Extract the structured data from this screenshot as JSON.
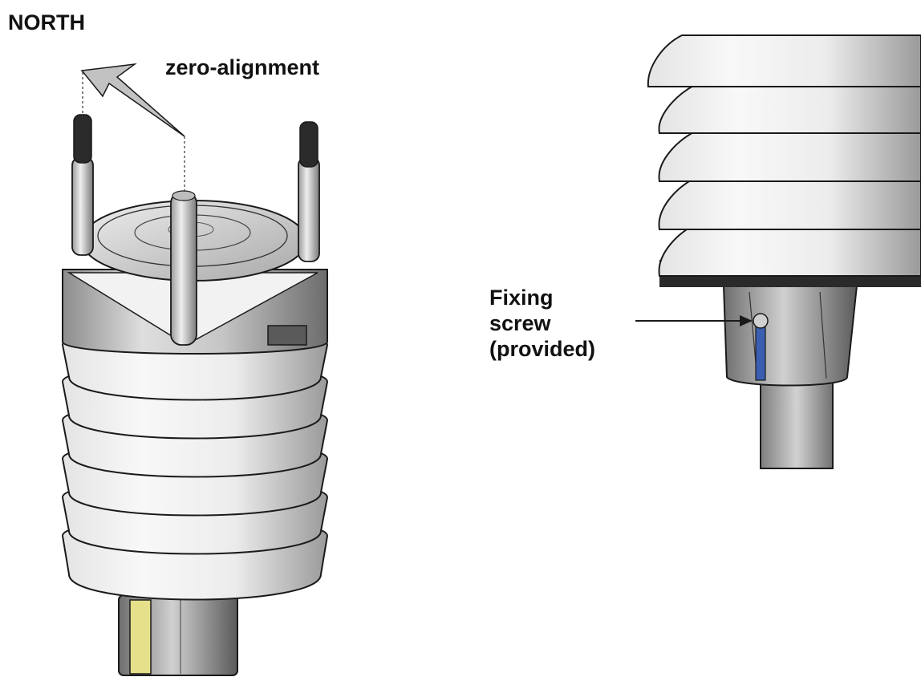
{
  "labels": {
    "north": "NORTH",
    "zero_alignment": "zero-alignment",
    "fixing_screw": [
      "Fixing",
      "screw",
      "(provided)"
    ]
  },
  "colors": {
    "outline": "#1a1a1a",
    "shield_light": "#f6f6f6",
    "shield_mid": "#d4d4d4",
    "shield_dark": "#8a8a8a",
    "yellow_strip": "#e6e08a",
    "screw_blue": "#3a5fb0"
  }
}
